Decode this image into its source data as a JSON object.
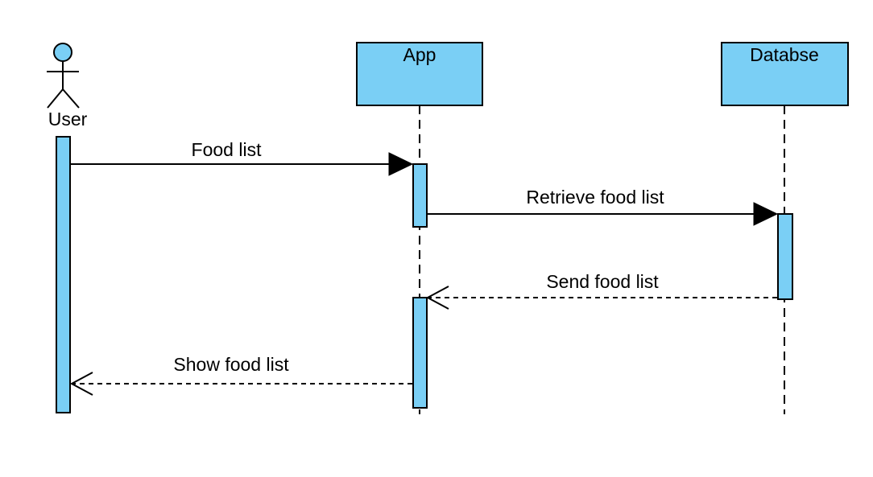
{
  "diagram": {
    "type": "sequence",
    "colors": {
      "fill": "#7ACFF5",
      "stroke": "#000000",
      "background": "#FFFFFF"
    },
    "participants": [
      {
        "id": "user",
        "label": "User",
        "kind": "actor"
      },
      {
        "id": "app",
        "label": "App",
        "kind": "box"
      },
      {
        "id": "db",
        "label": "Databse",
        "kind": "box"
      }
    ],
    "messages": [
      {
        "label": "Food list",
        "from": "user",
        "to": "app",
        "style": "solid",
        "head": "filled"
      },
      {
        "label": "Retrieve food list",
        "from": "app",
        "to": "db",
        "style": "solid",
        "head": "filled"
      },
      {
        "label": "Send food list",
        "from": "db",
        "to": "app",
        "style": "dashed",
        "head": "open"
      },
      {
        "label": "Show food list",
        "from": "app",
        "to": "user",
        "style": "dashed",
        "head": "open"
      }
    ]
  }
}
